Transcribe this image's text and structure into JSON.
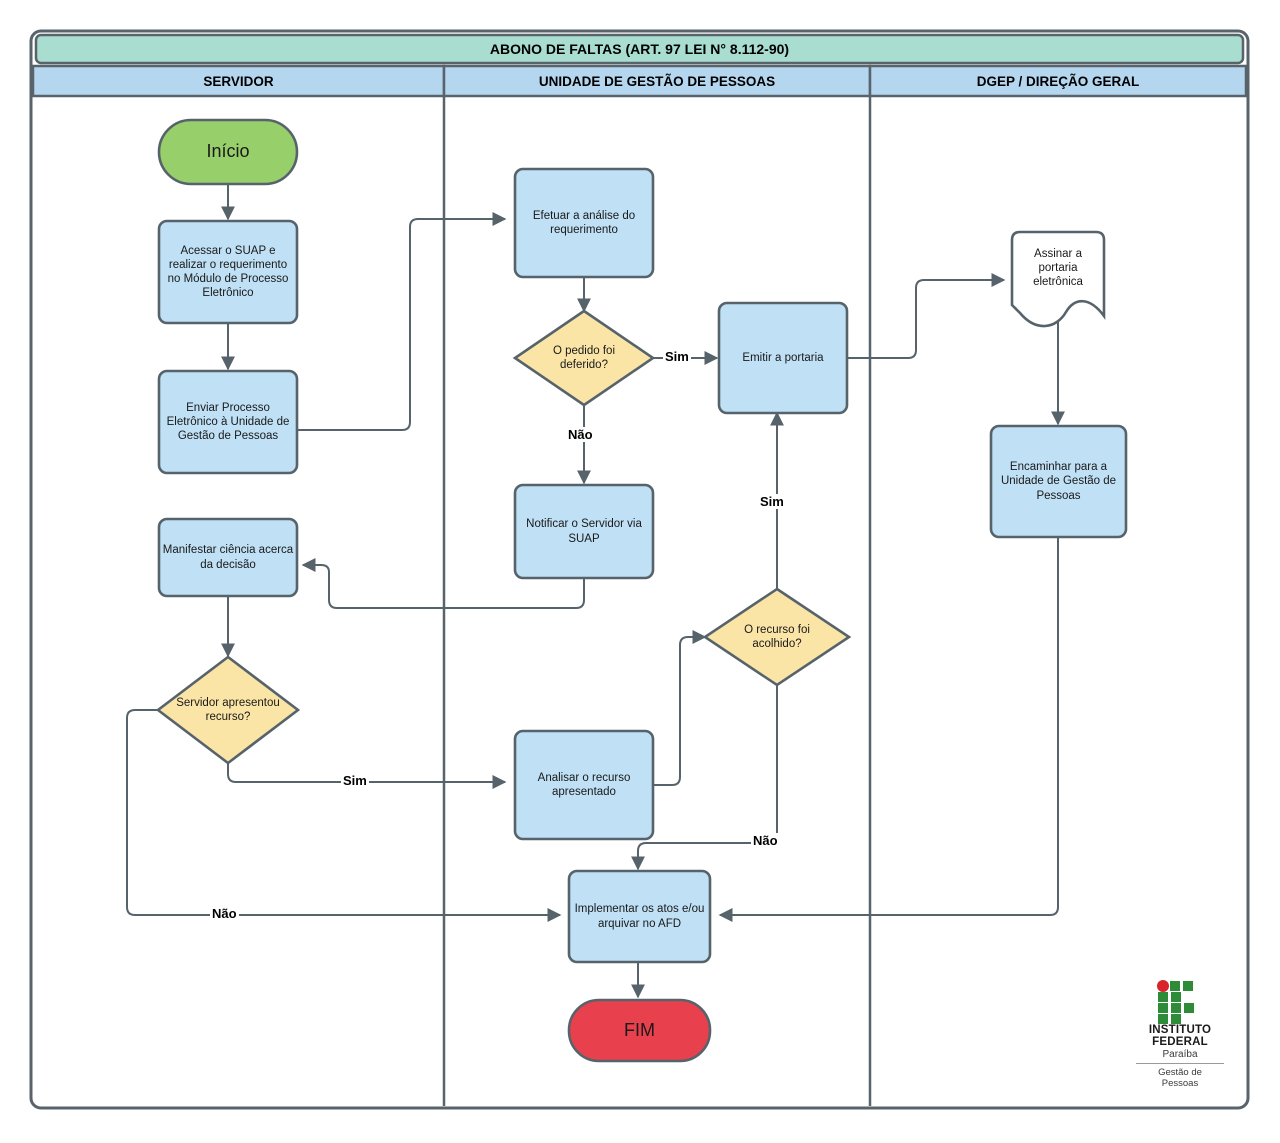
{
  "diagram": {
    "title": "ABONO DE FALTAS (ART. 97 LEI N° 8.112-90)",
    "type": "flowchart-swimlane",
    "colors": {
      "title_fill": "#a8ddd0",
      "lane_header_fill": "#b5d6ef",
      "process_fill": "#bfe0f5",
      "decision_fill": "#fbe5a6",
      "start_fill": "#97cf6b",
      "end_fill": "#e8414d",
      "document_fill": "#ffffff",
      "stroke": "#57636b",
      "frame_stroke": "#58636b",
      "logo_green": "#2e8b38",
      "logo_red": "#d8232a"
    },
    "lanes": [
      {
        "id": "lane-servidor",
        "label": "SERVIDOR"
      },
      {
        "id": "lane-ugp",
        "label": "UNIDADE DE GESTÃO DE PESSOAS"
      },
      {
        "id": "lane-dgep",
        "label": "DGEP / DIREÇÃO GERAL"
      }
    ],
    "nodes": [
      {
        "id": "inicio",
        "lane": "lane-servidor",
        "shape": "terminator-start",
        "label": "Início"
      },
      {
        "id": "acessar-suap",
        "lane": "lane-servidor",
        "shape": "process",
        "label": "Acessar o SUAP e realizar o requerimento no Módulo de Processo Eletrônico"
      },
      {
        "id": "enviar-processo",
        "lane": "lane-servidor",
        "shape": "process",
        "label": "Enviar Processo Eletrônico à Unidade de Gestão de Pessoas"
      },
      {
        "id": "manifestar-ciencia",
        "lane": "lane-servidor",
        "shape": "process",
        "label": "Manifestar ciência acerca da decisão"
      },
      {
        "id": "servidor-recurso",
        "lane": "lane-servidor",
        "shape": "decision",
        "label": "Servidor apresentou recurso?"
      },
      {
        "id": "efetuar-analise",
        "lane": "lane-ugp",
        "shape": "process",
        "label": "Efetuar a análise do requerimento"
      },
      {
        "id": "pedido-deferido",
        "lane": "lane-ugp",
        "shape": "decision",
        "label": "O pedido foi deferido?"
      },
      {
        "id": "notificar-servidor",
        "lane": "lane-ugp",
        "shape": "process",
        "label": "Notificar o Servidor via SUAP"
      },
      {
        "id": "emitir-portaria",
        "lane": "lane-ugp",
        "shape": "process",
        "label": "Emitir a portaria"
      },
      {
        "id": "recurso-acolhido",
        "lane": "lane-ugp",
        "shape": "decision",
        "label": "O recurso foi acolhido?"
      },
      {
        "id": "analisar-recurso",
        "lane": "lane-ugp",
        "shape": "process",
        "label": "Analisar o recurso apresentado"
      },
      {
        "id": "implementar-atos",
        "lane": "lane-ugp",
        "shape": "process",
        "label": "Implementar os atos e/ou arquivar no AFD"
      },
      {
        "id": "fim",
        "lane": "lane-ugp",
        "shape": "terminator-end",
        "label": "FIM"
      },
      {
        "id": "assinar-portaria",
        "lane": "lane-dgep",
        "shape": "document",
        "label": "Assinar a portaria eletrônica"
      },
      {
        "id": "encaminhar-ugp",
        "lane": "lane-dgep",
        "shape": "process",
        "label": "Encaminhar para a Unidade de Gestão de Pessoas"
      }
    ],
    "edges": [
      {
        "from": "inicio",
        "to": "acessar-suap",
        "label": ""
      },
      {
        "from": "acessar-suap",
        "to": "enviar-processo",
        "label": ""
      },
      {
        "from": "enviar-processo",
        "to": "efetuar-analise",
        "label": ""
      },
      {
        "from": "efetuar-analise",
        "to": "pedido-deferido",
        "label": ""
      },
      {
        "from": "pedido-deferido",
        "to": "emitir-portaria",
        "label": "Sim"
      },
      {
        "from": "pedido-deferido",
        "to": "notificar-servidor",
        "label": "Não"
      },
      {
        "from": "notificar-servidor",
        "to": "manifestar-ciencia",
        "label": ""
      },
      {
        "from": "manifestar-ciencia",
        "to": "servidor-recurso",
        "label": ""
      },
      {
        "from": "servidor-recurso",
        "to": "analisar-recurso",
        "label": "Sim"
      },
      {
        "from": "servidor-recurso",
        "to": "implementar-atos",
        "label": "Não"
      },
      {
        "from": "analisar-recurso",
        "to": "recurso-acolhido",
        "label": ""
      },
      {
        "from": "recurso-acolhido",
        "to": "emitir-portaria",
        "label": "Sim"
      },
      {
        "from": "recurso-acolhido",
        "to": "implementar-atos",
        "label": "Não"
      },
      {
        "from": "emitir-portaria",
        "to": "assinar-portaria",
        "label": ""
      },
      {
        "from": "assinar-portaria",
        "to": "encaminhar-ugp",
        "label": ""
      },
      {
        "from": "encaminhar-ugp",
        "to": "implementar-atos",
        "label": ""
      },
      {
        "from": "implementar-atos",
        "to": "fim",
        "label": ""
      }
    ],
    "edge_labels": {
      "deferido_sim": "Sim",
      "deferido_nao": "Não",
      "recurso_sim": "Sim",
      "recurso_nao": "Não",
      "acolhido_sim": "Sim",
      "acolhido_nao": "Não"
    },
    "logo": {
      "line1": "INSTITUTO",
      "line2": "FEDERAL",
      "line3": "Paraíba",
      "line4": "Gestão de\nPessoas"
    }
  }
}
